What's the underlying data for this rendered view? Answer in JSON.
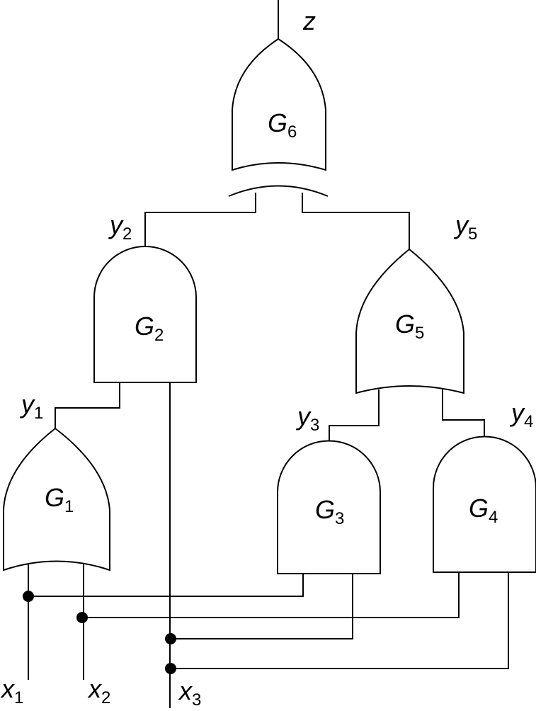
{
  "gates": {
    "g1": {
      "name": "G",
      "sub": "1",
      "type": "OR"
    },
    "g2": {
      "name": "G",
      "sub": "2",
      "type": "AND"
    },
    "g3": {
      "name": "G",
      "sub": "3",
      "type": "AND"
    },
    "g4": {
      "name": "G",
      "sub": "4",
      "type": "AND"
    },
    "g5": {
      "name": "G",
      "sub": "5",
      "type": "OR"
    },
    "g6": {
      "name": "G",
      "sub": "6",
      "type": "XOR"
    }
  },
  "signals": {
    "z": {
      "name": "z"
    },
    "y1": {
      "name": "y",
      "sub": "1"
    },
    "y2": {
      "name": "y",
      "sub": "2"
    },
    "y3": {
      "name": "y",
      "sub": "3"
    },
    "y4": {
      "name": "y",
      "sub": "4"
    },
    "y5": {
      "name": "y",
      "sub": "5"
    },
    "x1": {
      "name": "x",
      "sub": "1"
    },
    "x2": {
      "name": "x",
      "sub": "2"
    },
    "x3": {
      "name": "x",
      "sub": "3"
    }
  }
}
